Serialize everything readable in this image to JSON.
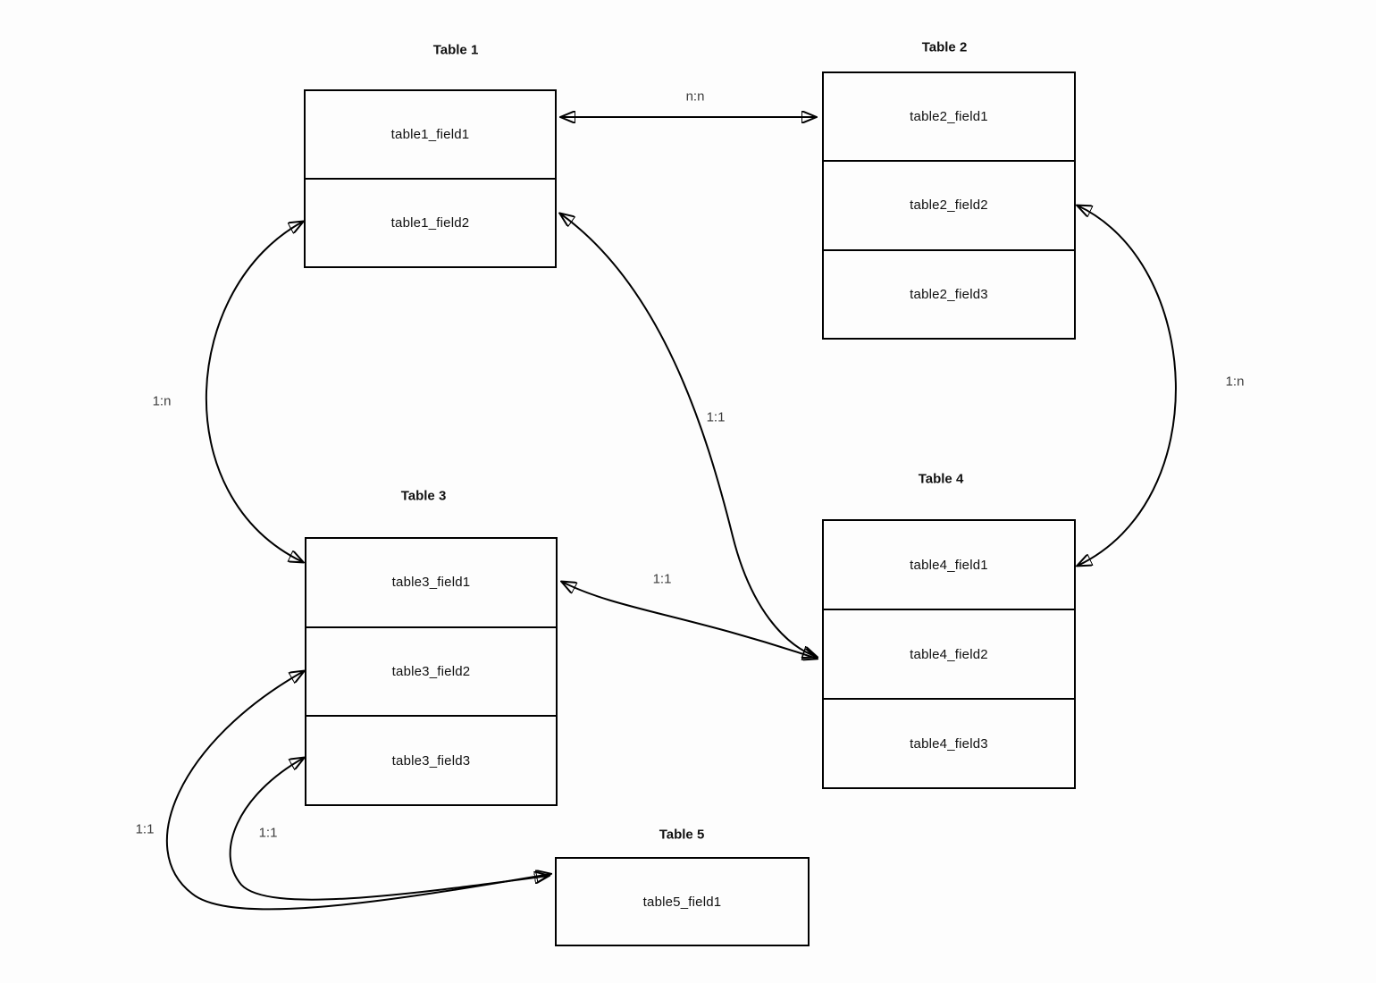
{
  "canvas": {
    "background": "#fdfdfd",
    "stroke_color": "#000000"
  },
  "tables": {
    "table1": {
      "title": "Table 1",
      "fields": {
        "f1": "table1_field1",
        "f2": "table1_field2"
      }
    },
    "table2": {
      "title": "Table 2",
      "fields": {
        "f1": "table2_field1",
        "f2": "table2_field2",
        "f3": "table2_field3"
      }
    },
    "table3": {
      "title": "Table 3",
      "fields": {
        "f1": "table3_field1",
        "f2": "table3_field2",
        "f3": "table3_field3"
      }
    },
    "table4": {
      "title": "Table 4",
      "fields": {
        "f1": "table4_field1",
        "f2": "table4_field2",
        "f3": "table4_field3"
      }
    },
    "table5": {
      "title": "Table 5",
      "fields": {
        "f1": "table5_field1"
      }
    }
  },
  "relations": {
    "table1_table2": {
      "label": "n:n",
      "from": "table1_field1",
      "to": "table2_field1",
      "arrows": "both-ends"
    },
    "table1_table3": {
      "label": "1:n",
      "from": "table1_field2",
      "to": "table3_field1",
      "arrows": "both-ends"
    },
    "table2_table4": {
      "label": "1:n",
      "from": "table2_field2",
      "to": "table4_field1",
      "arrows": "both-ends"
    },
    "table1_table4": {
      "label": "1:1",
      "from": "table1_field2",
      "to": "table4_field2",
      "arrows": "both-ends"
    },
    "table3_table4": {
      "label": "1:1",
      "from": "table3_field1",
      "to": "table4_field2",
      "arrows": "both-ends"
    },
    "table3f2_table5": {
      "label": "1:1",
      "from": "table3_field2",
      "to": "table5_field1",
      "arrows": "both-ends"
    },
    "table3f3_table5": {
      "label": "1:1",
      "from": "table3_field3",
      "to": "table5_field1",
      "arrows": "both-ends"
    }
  }
}
